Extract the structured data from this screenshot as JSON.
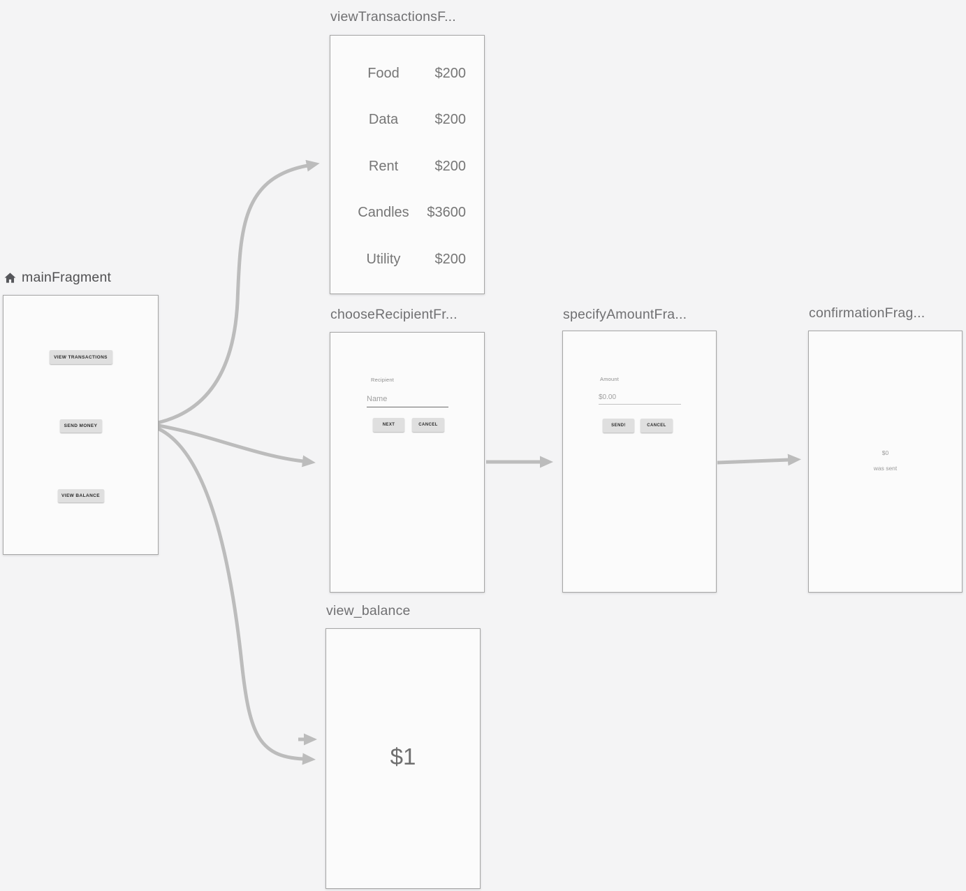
{
  "canvas": {
    "background_color": "#f4f4f5",
    "arrow_color": "#bcbcbc",
    "card_border_color": "#a6a6a6"
  },
  "fragments": {
    "main": {
      "title": "mainFragment",
      "icon": "home-icon",
      "buttons": {
        "view_transactions": "VIEW TRANSACTIONS",
        "send_money": "SEND MONEY",
        "view_balance": "VIEW BALANCE"
      }
    },
    "view_transactions": {
      "title": "viewTransactionsF...",
      "rows": [
        {
          "label": "Food",
          "amount": "$200"
        },
        {
          "label": "Data",
          "amount": "$200"
        },
        {
          "label": "Rent",
          "amount": "$200"
        },
        {
          "label": "Candles",
          "amount": "$3600"
        },
        {
          "label": "Utility",
          "amount": "$200"
        }
      ]
    },
    "choose_recipient": {
      "title": "chooseRecipientFr...",
      "field_label": "Recipient",
      "field_placeholder": "Name",
      "next_label": "NEXT",
      "cancel_label": "CANCEL"
    },
    "specify_amount": {
      "title": "specifyAmountFra...",
      "field_label": "Amount",
      "field_placeholder": "$0.00",
      "send_label": "SEND!",
      "cancel_label": "CANCEL"
    },
    "confirmation": {
      "title": "confirmationFrag...",
      "amount": "$0",
      "message": "was sent"
    },
    "view_balance": {
      "title": "view_balance",
      "balance": "$1"
    }
  }
}
